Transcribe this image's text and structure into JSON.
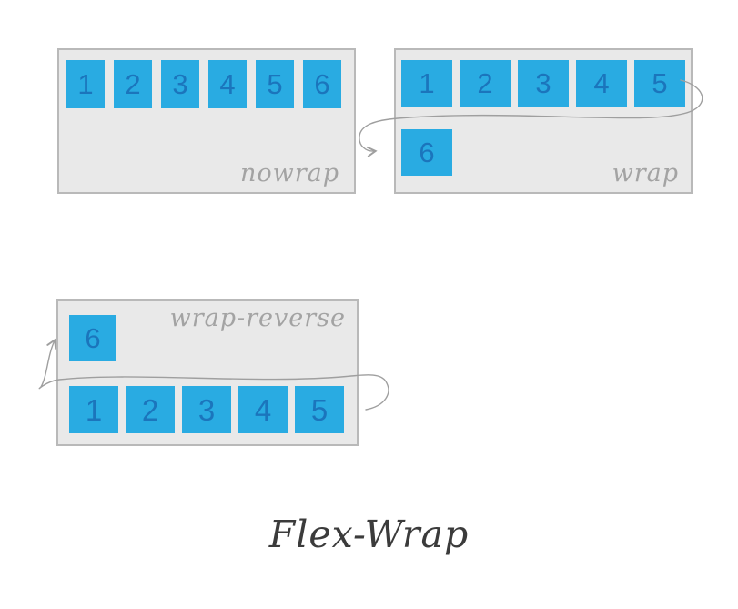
{
  "title": "Flex-Wrap",
  "panels": {
    "nowrap": {
      "label": "nowrap",
      "items": [
        "1",
        "2",
        "3",
        "4",
        "5",
        "6"
      ]
    },
    "wrap": {
      "label": "wrap",
      "row1": [
        "1",
        "2",
        "3",
        "4",
        "5"
      ],
      "row2": [
        "6"
      ]
    },
    "wrap_reverse": {
      "label": "wrap-reverse",
      "row1": [
        "6"
      ],
      "row2": [
        "1",
        "2",
        "3",
        "4",
        "5"
      ]
    }
  },
  "colors": {
    "item_blue": "#29abe2",
    "item_number": "#1b75bc",
    "panel_bg": "#e9e9e9",
    "panel_border": "#b9b9b9",
    "label_gray": "#a3a3a3",
    "arrow_gray": "#9f9f9f",
    "title_color": "#3b3b3b"
  }
}
